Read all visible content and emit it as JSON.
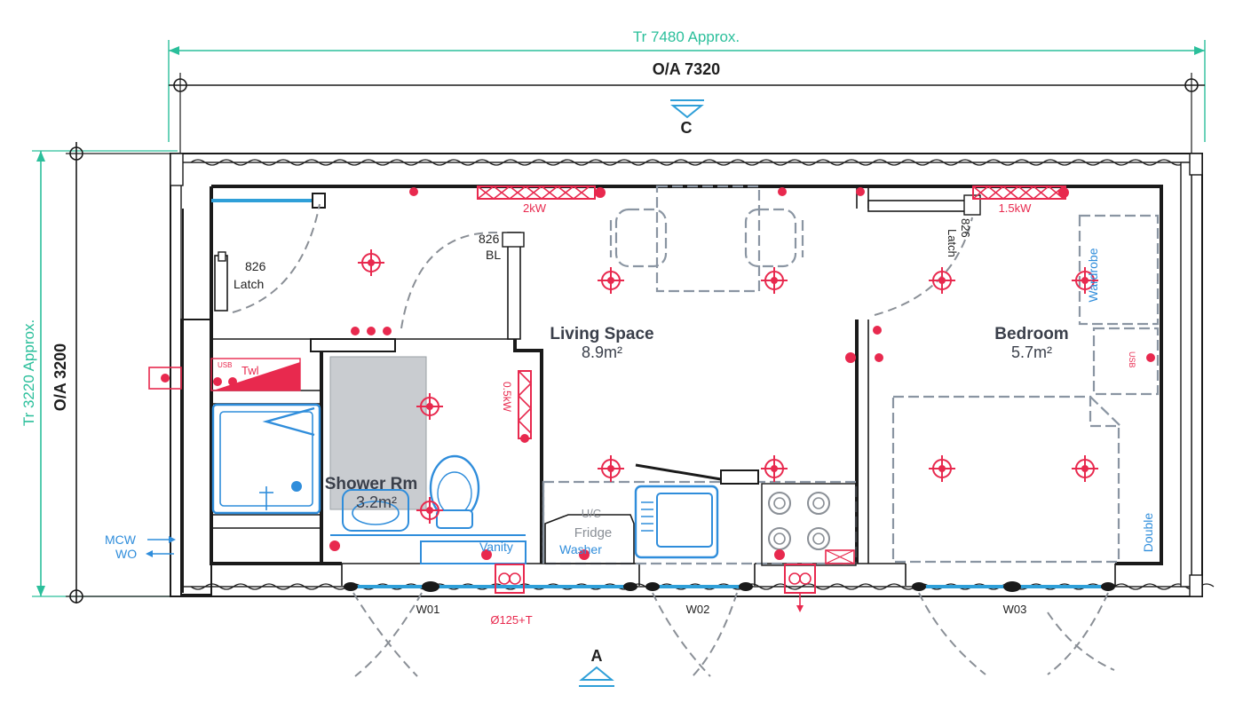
{
  "dimensions": {
    "top_teal": "Tr 7480 Approx.",
    "top_black": "O/A 7320",
    "left_teal": "Tr 3220 Approx.",
    "left_black": "O/A 3200"
  },
  "section_markers": {
    "top": "C",
    "bottom": "A"
  },
  "rooms": [
    {
      "name": "Living Space",
      "area": "8.9m²"
    },
    {
      "name": "Bedroom",
      "area": "5.7m²"
    },
    {
      "name": "Shower Rm",
      "area": "3.2m²"
    }
  ],
  "doors": {
    "entry": {
      "size": "826",
      "type": "Latch"
    },
    "shower": {
      "size": "826",
      "type": "BL"
    },
    "bedroom": {
      "size": "826",
      "type": "Latch"
    }
  },
  "heaters": {
    "living": "2kW",
    "bedroom": "1.5kW",
    "shower": "0.5kW"
  },
  "fixtures": {
    "toilet_label": "Twl",
    "vanity": "Vanity",
    "fridge_label_1": "U/C",
    "fridge_label_2": "Fridge",
    "washer": "Washer",
    "wardrobe": "Wardrobe",
    "bed": "Double",
    "usb_shower": "USB",
    "usb_bedroom": "USB"
  },
  "services": {
    "mcw": "MCW",
    "wo": "WO",
    "flue": "Ø125+T"
  },
  "windows": [
    "W01",
    "W02",
    "W03"
  ],
  "colors": {
    "teal": "#2bbf9b",
    "electrical_pink": "#e8294e",
    "plumbing_blue": "#2f8ddb",
    "furniture_grey": "#8a95a2",
    "wall_black": "#1a1a1a"
  }
}
